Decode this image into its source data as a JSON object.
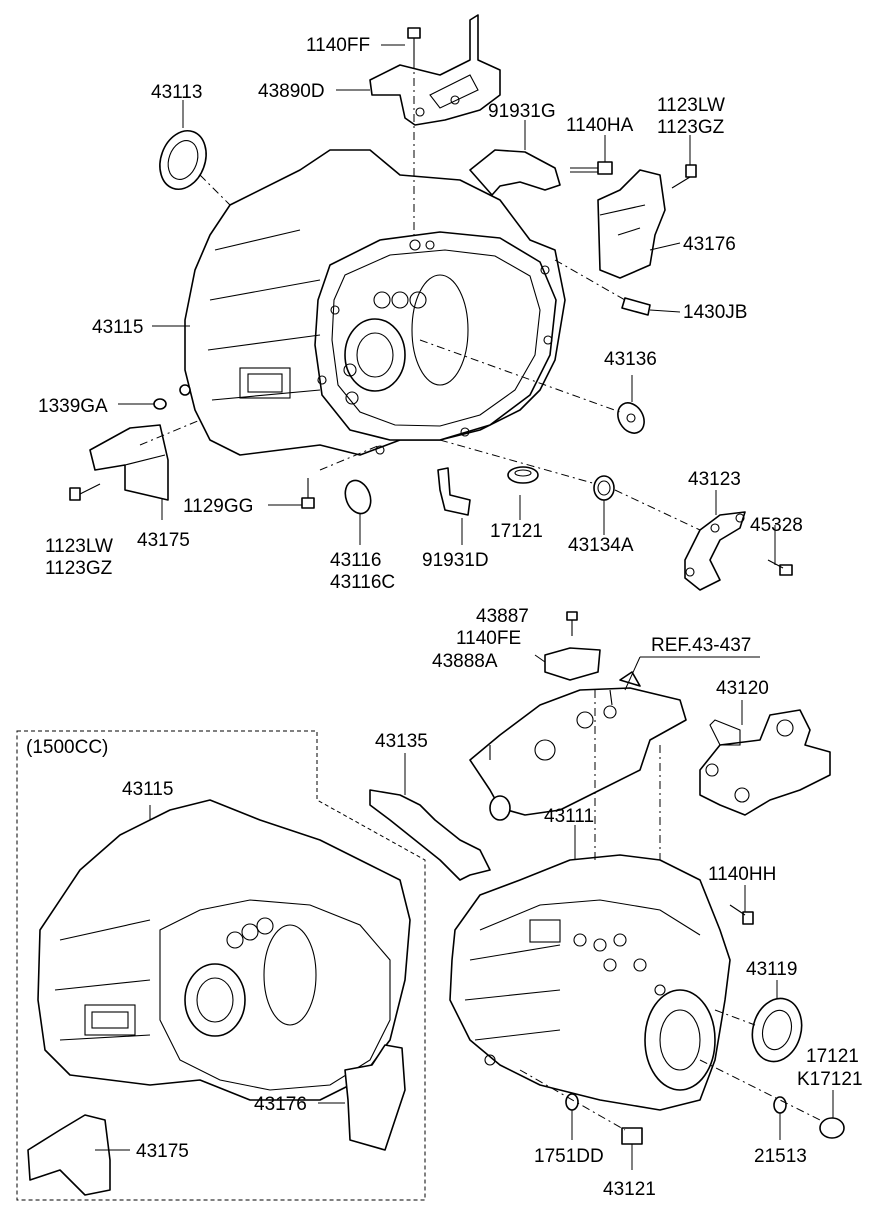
{
  "labels": {
    "l_1140FF": "1140FF",
    "l_43890D": "43890D",
    "l_43113": "43113",
    "l_91931G": "91931G",
    "l_1140HA": "1140HA",
    "l_1123LW_a": "1123LW",
    "l_1123GZ_a": "1123GZ",
    "l_43176_a": "43176",
    "l_1430JB": "1430JB",
    "l_43115_a": "43115",
    "l_43136": "43136",
    "l_1339GA": "1339GA",
    "l_43123": "43123",
    "l_1129GG": "1129GG",
    "l_45328": "45328",
    "l_17121_a": "17121",
    "l_43134A": "43134A",
    "l_1123LW_b": "1123LW",
    "l_43175_a": "43175",
    "l_1123GZ_b": "1123GZ",
    "l_43116": "43116",
    "l_91931D": "91931D",
    "l_43116C": "43116C",
    "l_43887": "43887",
    "l_1140FE": "1140FE",
    "l_REF": "REF.43-437",
    "l_43888A": "43888A",
    "l_43120": "43120",
    "l_1500CC": "(1500CC)",
    "l_43135": "43135",
    "l_43115_b": "43115",
    "l_43111": "43111",
    "l_1140HH": "1140HH",
    "l_43119": "43119",
    "l_17121_b": "17121",
    "l_K17121": "K17121",
    "l_43176_b": "43176",
    "l_43175_b": "43175",
    "l_1751DD": "1751DD",
    "l_21513": "21513",
    "l_43121": "43121"
  }
}
